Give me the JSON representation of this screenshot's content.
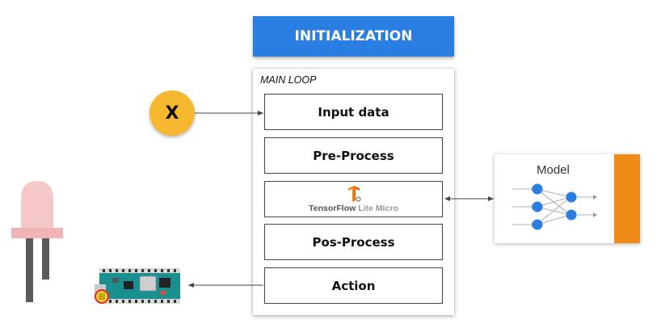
{
  "header": {
    "title": "INITIALIZATION"
  },
  "main_loop": {
    "label": "MAIN LOOP",
    "steps": {
      "input": "Input data",
      "preprocess": "Pre-Process",
      "tflite_brand": "TensorFlow",
      "tflite_lite": "Lite",
      "tflite_micro": "Micro",
      "postprocess": "Pos-Process",
      "action": "Action"
    }
  },
  "input_node": {
    "label": "X",
    "color": "#f5b82e"
  },
  "model": {
    "title": "Model",
    "accent_color": "#f08a16",
    "node_color": "#2a7de1"
  },
  "colors": {
    "header_blue": "#2a7de1",
    "led_pink": "#f6c9c9",
    "led_leg": "#5a5a5a",
    "board_teal": "#1a8f8f"
  },
  "icons": [
    "tensorflow-logo-icon",
    "led-icon",
    "arduino-board-icon",
    "neural-network-icon"
  ]
}
